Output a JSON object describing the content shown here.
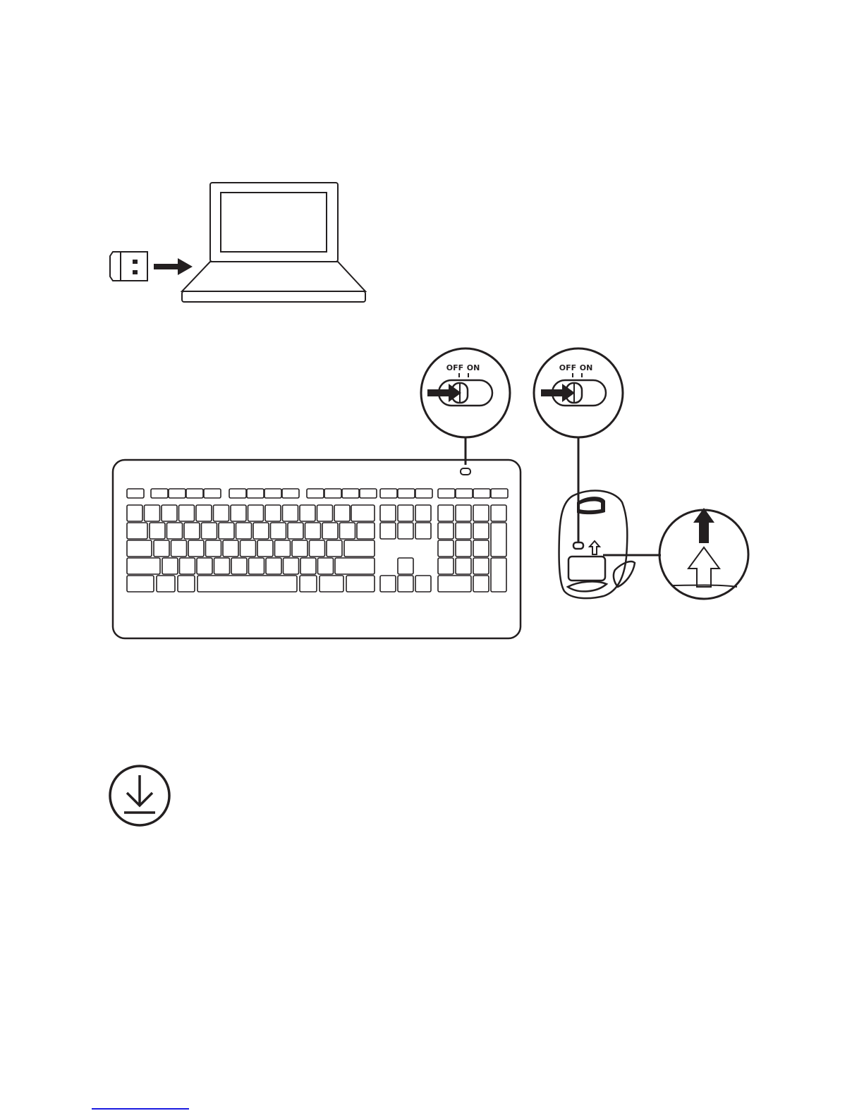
{
  "colors": {
    "ink": "#231f20",
    "paper": "#ffffff",
    "footer_rule": "#1a1ae0"
  },
  "icons": {
    "receiver": "usb-receiver-icon",
    "laptop": "laptop-icon",
    "keyboard": "keyboard-icon",
    "mouse": "mouse-icon",
    "download": "download-icon"
  },
  "keyboard_switch": {
    "off_label": "OFF",
    "on_label": "ON"
  },
  "mouse_switch": {
    "off_label": "OFF",
    "on_label": "ON"
  }
}
